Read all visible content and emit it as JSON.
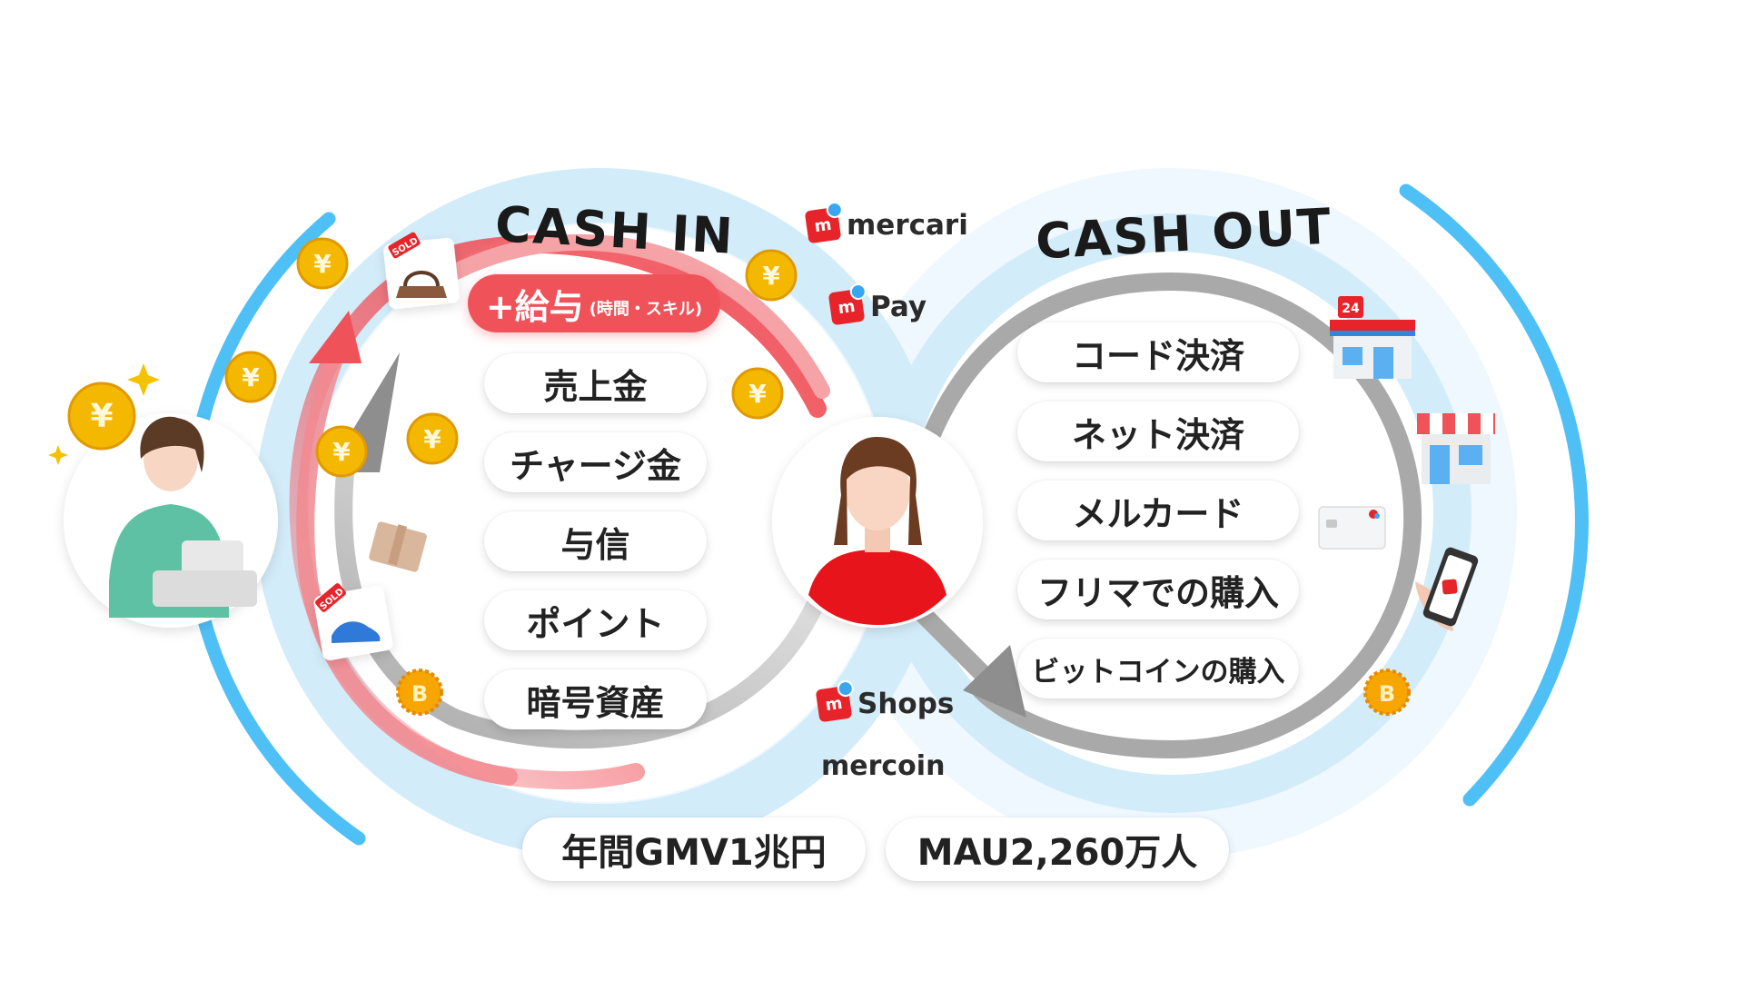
{
  "titles": {
    "cash_in": "CASH IN",
    "cash_out": "CASH OUT"
  },
  "brands": {
    "mercari": "mercari",
    "pay": "Pay",
    "shops": "Shops",
    "mercoin": "mercoin",
    "logo_mark": "m"
  },
  "cash_in": {
    "highlight": {
      "label": "+給与",
      "sub": "(時間・スキル)"
    },
    "items": [
      "売上金",
      "チャージ金",
      "与信",
      "ポイント",
      "暗号資産"
    ]
  },
  "cash_out": {
    "items": [
      "コード決済",
      "ネット決済",
      "メルカード",
      "フリマでの購入",
      "ビットコインの購入"
    ]
  },
  "stats": {
    "gmv": "年間GMV1兆円",
    "mau": "MAU2,260万人"
  },
  "decor": {
    "coin_symbol": "¥",
    "sold_tag": "SOLD",
    "store_number": "24"
  },
  "colors": {
    "accent_red": "#f0525a",
    "light_blue": "#d3ecfa",
    "bright_blue": "#4fc0f6",
    "gray_loop": "#a9a9a9",
    "coin_gold": "#f5b800"
  }
}
